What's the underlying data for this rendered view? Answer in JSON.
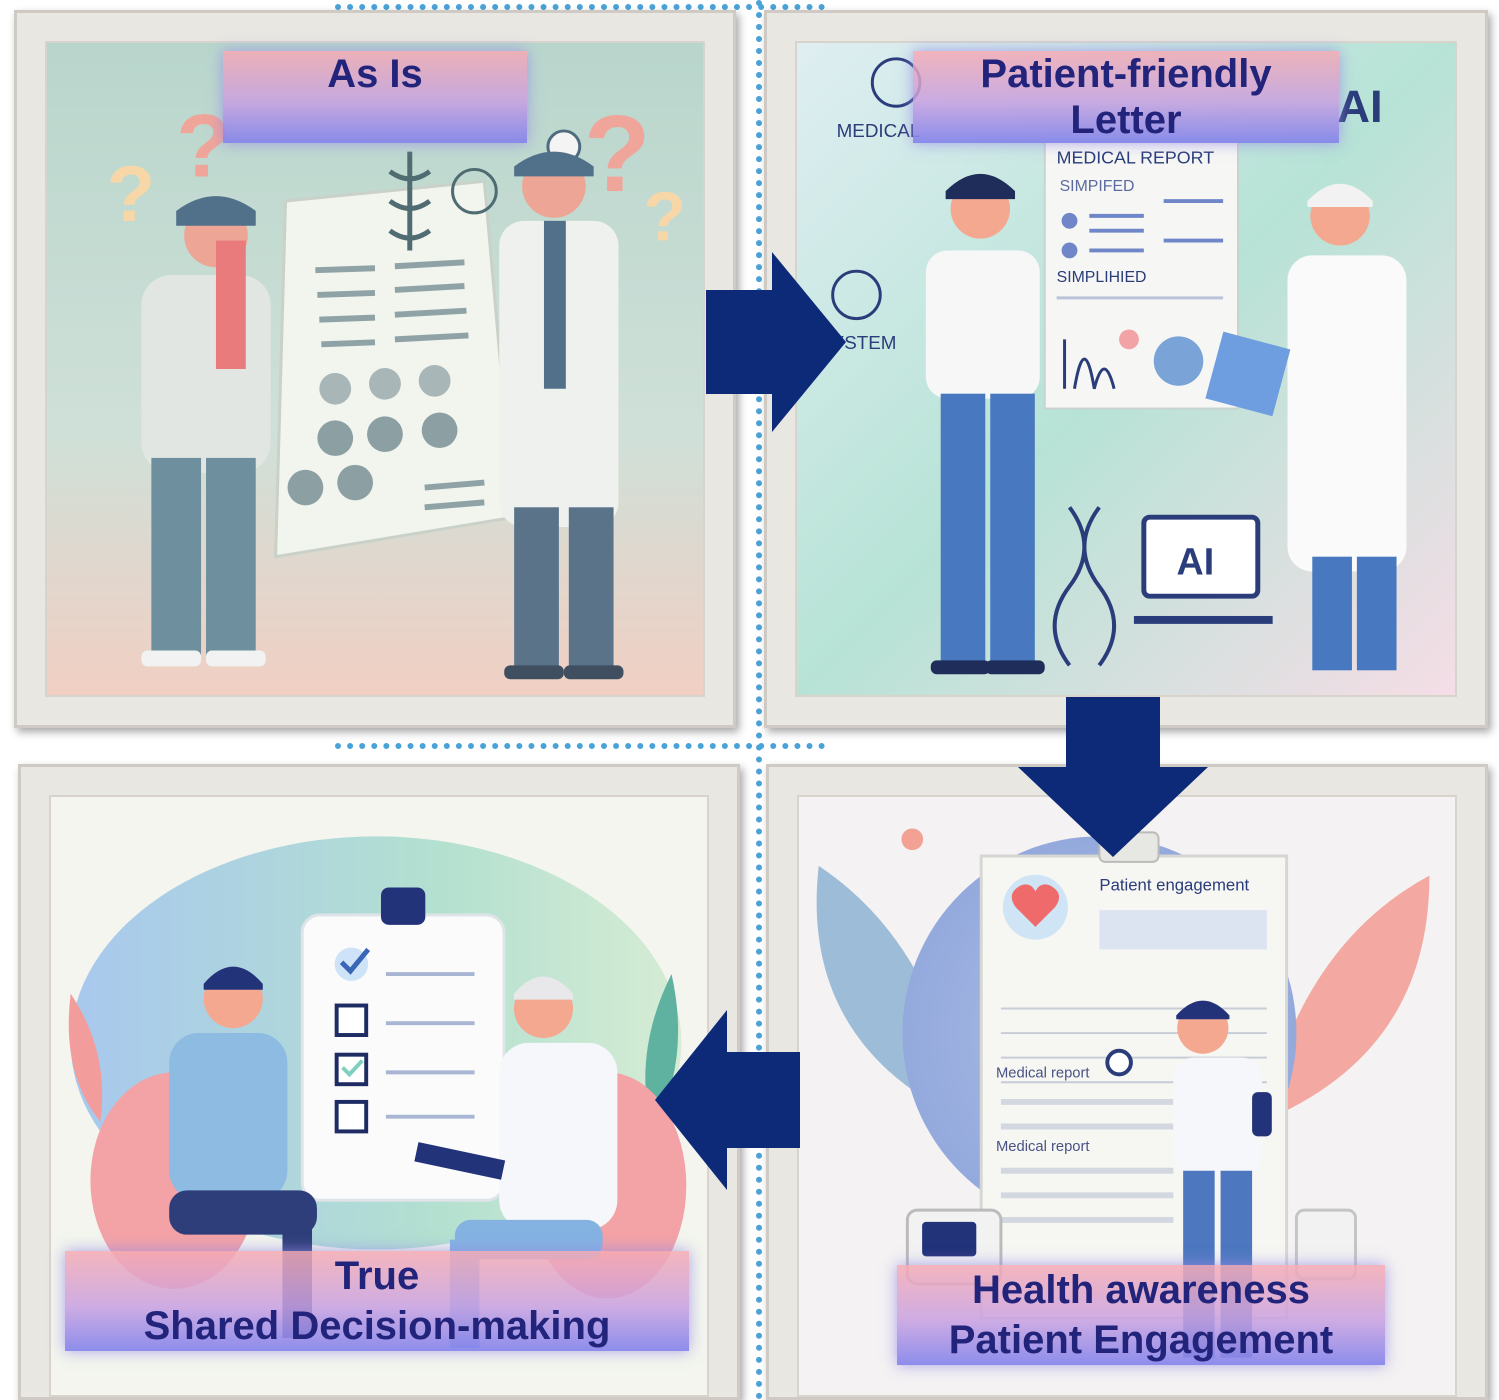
{
  "panels": {
    "as_is": {
      "title": "As Is",
      "illustration": {
        "question_mark": "?",
        "icon": "caduceus-icon"
      }
    },
    "patient_friendly": {
      "title_line1": "Patient-friendly",
      "title_line2": "Letter",
      "illustration": {
        "medical": "MEDICAL",
        "system": "YSTEM",
        "report_title": "MEDICAL REPORT",
        "simplified_1": "SIMPIFED",
        "simplified_2": "SIMPLIHIED",
        "ai_badge": "AI",
        "ai_corner": "AI"
      }
    },
    "shared_decision": {
      "title_line1": "True",
      "title_line2": "Shared Decision-making"
    },
    "health_awareness": {
      "title_line1": "Health awareness",
      "title_line2": "Patient Engagement",
      "illustration": {
        "doc_title": "Patient engagement",
        "report_1": "Medical report",
        "report_2": "Medical report"
      }
    }
  },
  "colors": {
    "arrow": "#0d2a78",
    "label_text": "#22237a",
    "dots": "#4aa3d8"
  }
}
